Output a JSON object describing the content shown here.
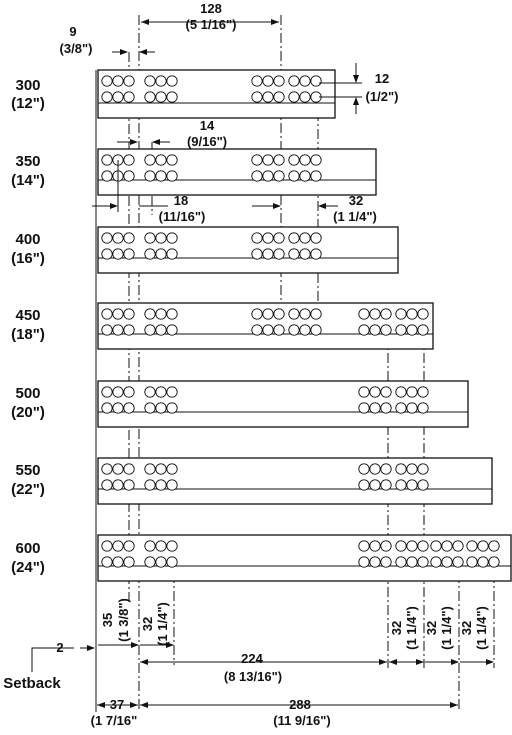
{
  "sizes": [
    {
      "mm": "300",
      "inch": "(12\")"
    },
    {
      "mm": "350",
      "inch": "(14\")"
    },
    {
      "mm": "400",
      "inch": "(16\")"
    },
    {
      "mm": "450",
      "inch": "(18\")"
    },
    {
      "mm": "500",
      "inch": "(20\")"
    },
    {
      "mm": "550",
      "inch": "(22\")"
    },
    {
      "mm": "600",
      "inch": "(24\")"
    }
  ],
  "dimensions": {
    "d128": {
      "mm": "128",
      "inch": "(5 1/16\")"
    },
    "d9": {
      "mm": "9",
      "inch": "(3/8\")"
    },
    "d12": {
      "mm": "12",
      "inch": "(1/2\")"
    },
    "d14": {
      "mm": "14",
      "inch": "(9/16\")"
    },
    "d18": {
      "mm": "18",
      "inch": "(11/16\")"
    },
    "d32a": {
      "mm": "32",
      "inch": "(1 1/4\")"
    },
    "d35": {
      "mm": "35",
      "inch": "(1 3/8\")"
    },
    "d32b": {
      "mm": "32",
      "inch": "(1 1/4\")"
    },
    "d32c": {
      "mm": "32",
      "inch": "(1 1/4\")"
    },
    "d32d": {
      "mm": "32",
      "inch": "(1 1/4\")"
    },
    "d32e": {
      "mm": "32",
      "inch": "(1 1/4\")"
    },
    "d224": {
      "mm": "224",
      "inch": "(8 13/16\")"
    },
    "d37": {
      "mm": "37",
      "inch": "(1 7/16\""
    },
    "d288": {
      "mm": "288",
      "inch": "(11 9/16\")"
    },
    "d2": {
      "mm": "2"
    }
  },
  "setback_label": "Setback"
}
